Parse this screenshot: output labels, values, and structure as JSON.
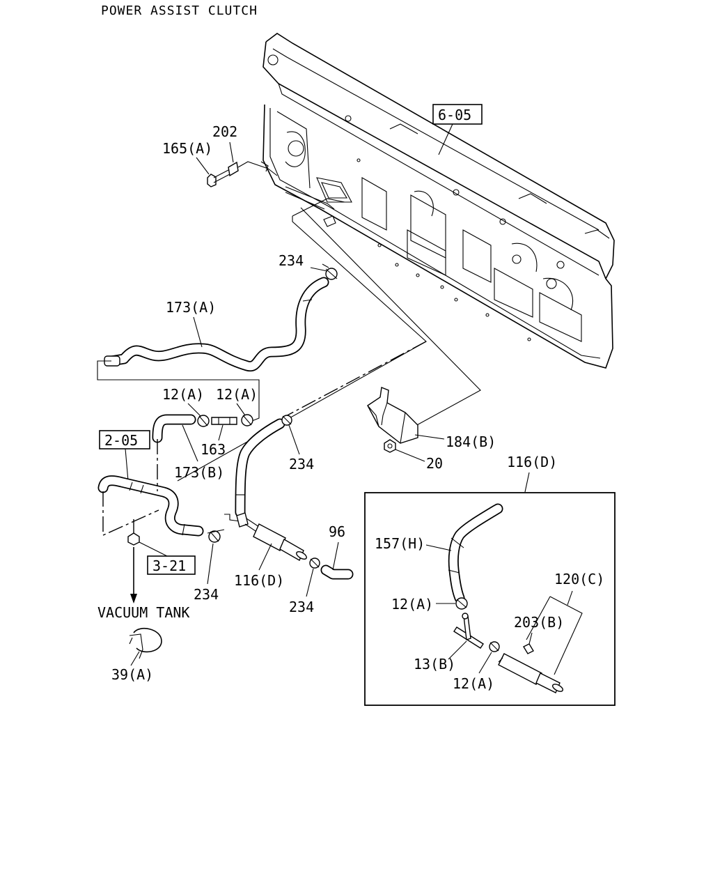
{
  "title": "POWER ASSIST CLUTCH",
  "references": {
    "ref_6_05": "6-05",
    "ref_2_05": "2-05",
    "ref_3_21": "3-21"
  },
  "labels": {
    "l_165a": "165(A)",
    "l_202": "202",
    "l_234_top": "234",
    "l_173a": "173(A)",
    "l_12a_left": "12(A)",
    "l_12a_right": "12(A)",
    "l_163": "163",
    "l_173b": "173(B)",
    "l_234_mid": "234",
    "l_184b": "184(B)",
    "l_20": "20",
    "l_116d_top": "116(D)",
    "l_234_left": "234",
    "l_116d_mid": "116(D)",
    "l_96": "96",
    "l_234_low": "234",
    "l_vacuum_tank": "VACUUM TANK",
    "l_39a": "39(A)",
    "l_157h": "157(H)",
    "l_12a_inset1": "12(A)",
    "l_120c": "120(C)",
    "l_203b": "203(B)",
    "l_13b": "13(B)",
    "l_12a_inset2": "12(A)"
  }
}
